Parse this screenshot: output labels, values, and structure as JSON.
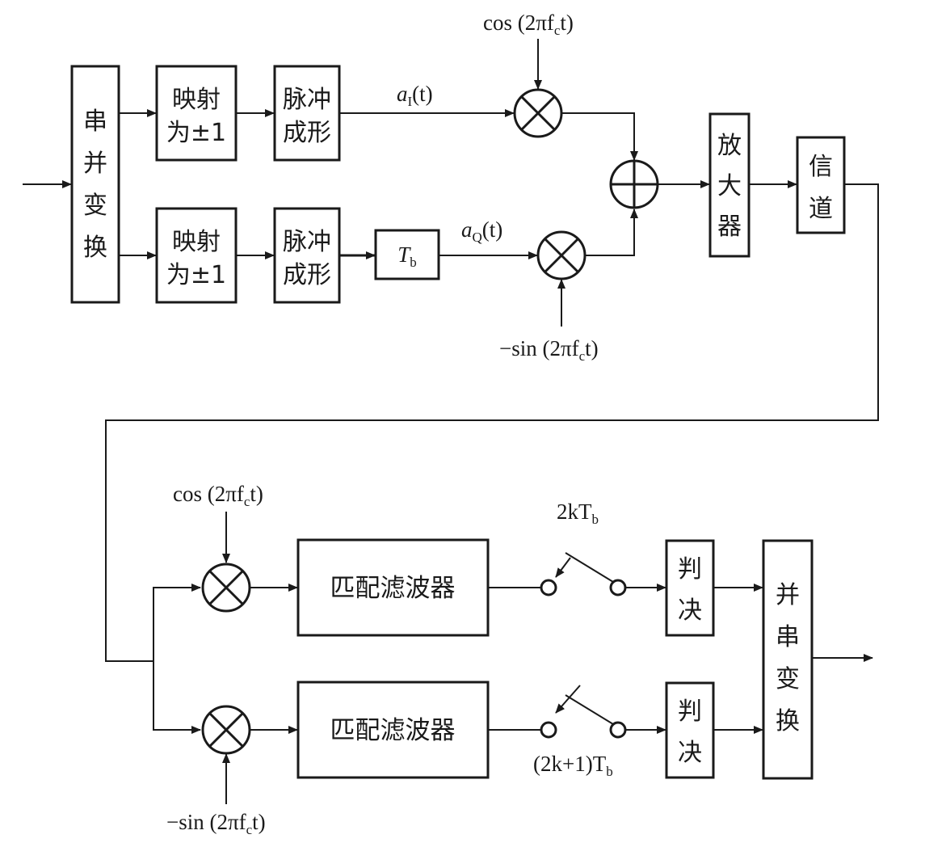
{
  "tx": {
    "serial_parallel": [
      "串",
      "并",
      "变",
      "换"
    ],
    "map_line1": "映射",
    "map_line2": "为±1",
    "pulse_line1": "脉冲",
    "pulse_line2": "成形",
    "delay_main": "T",
    "delay_sub": "b",
    "amplifier": [
      "放",
      "大",
      "器"
    ],
    "channel": [
      "信",
      "道"
    ],
    "label_aI_main": "a",
    "label_aI_sub": "I",
    "label_aQ_main": "a",
    "label_aQ_sub": "Q",
    "label_t": "(t)",
    "cos_prefix": "cos (2πf",
    "sin_prefix": "−sin (2πf",
    "carrier_sub": "c",
    "carrier_suffix": "t)"
  },
  "rx": {
    "matched_filter": "匹配滤波器",
    "decision": [
      "判",
      "决"
    ],
    "parallel_serial": [
      "并",
      "串",
      "变",
      "换"
    ],
    "sample_top_main": "2kT",
    "sample_top_sub": "b",
    "sample_bottom_main": "(2k+1)T",
    "sample_bottom_sub": "b"
  },
  "icons": {
    "multiplier": "multiplier-icon",
    "adder": "adder-icon",
    "sampler": "sampling-switch-icon"
  }
}
